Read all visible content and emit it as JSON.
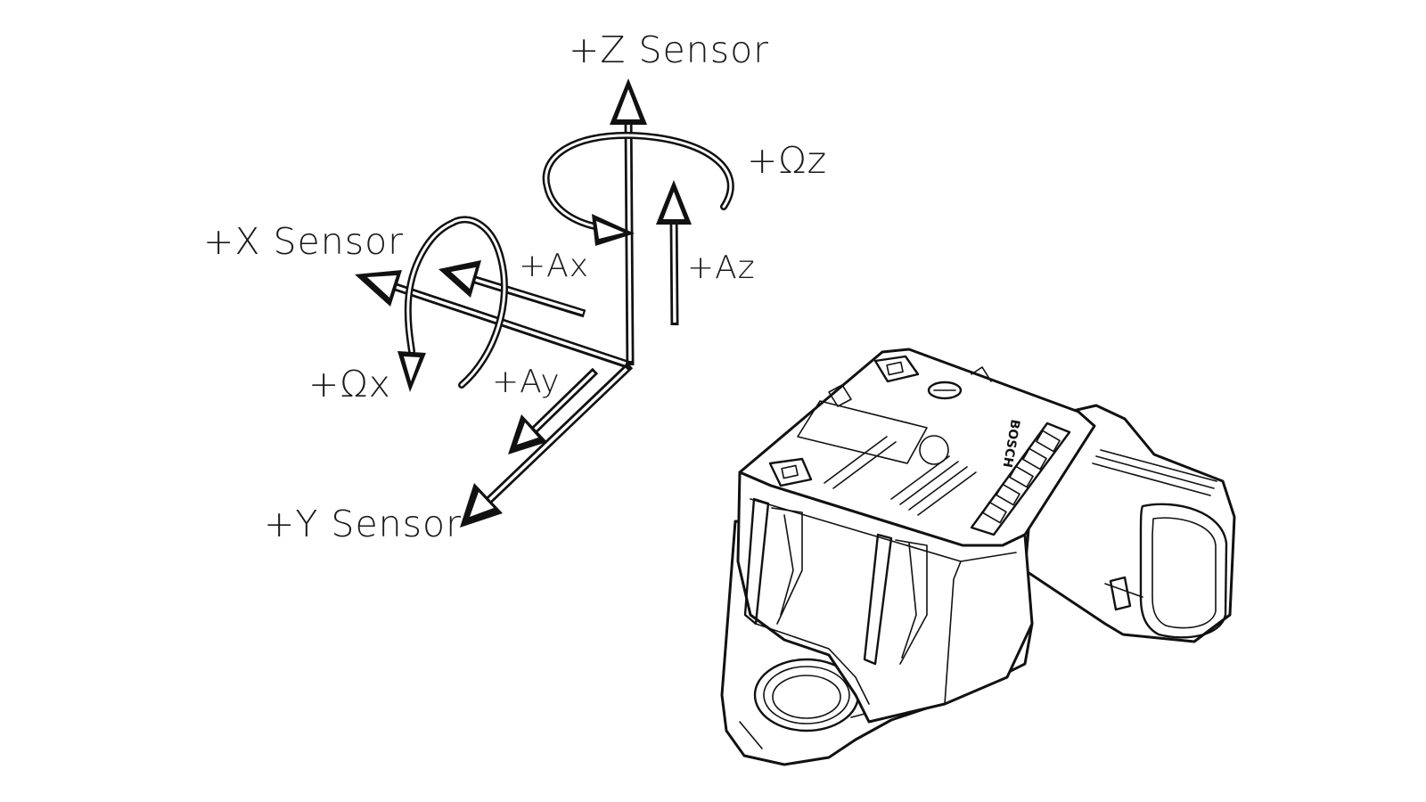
{
  "axes": {
    "z_sensor": "+Z Sensor",
    "x_sensor": "+X Sensor",
    "y_sensor": "+Y Sensor"
  },
  "accelerations": {
    "ax": "+Ax",
    "ay": "+Ay",
    "az": "+Az"
  },
  "rotations": {
    "omega_z": "+Ωz",
    "omega_x": "+Ωx"
  },
  "device": {
    "brand": "BOSCH",
    "icon": "sensor-module-icon"
  },
  "colors": {
    "ink": "#111111",
    "background": "#ffffff"
  }
}
